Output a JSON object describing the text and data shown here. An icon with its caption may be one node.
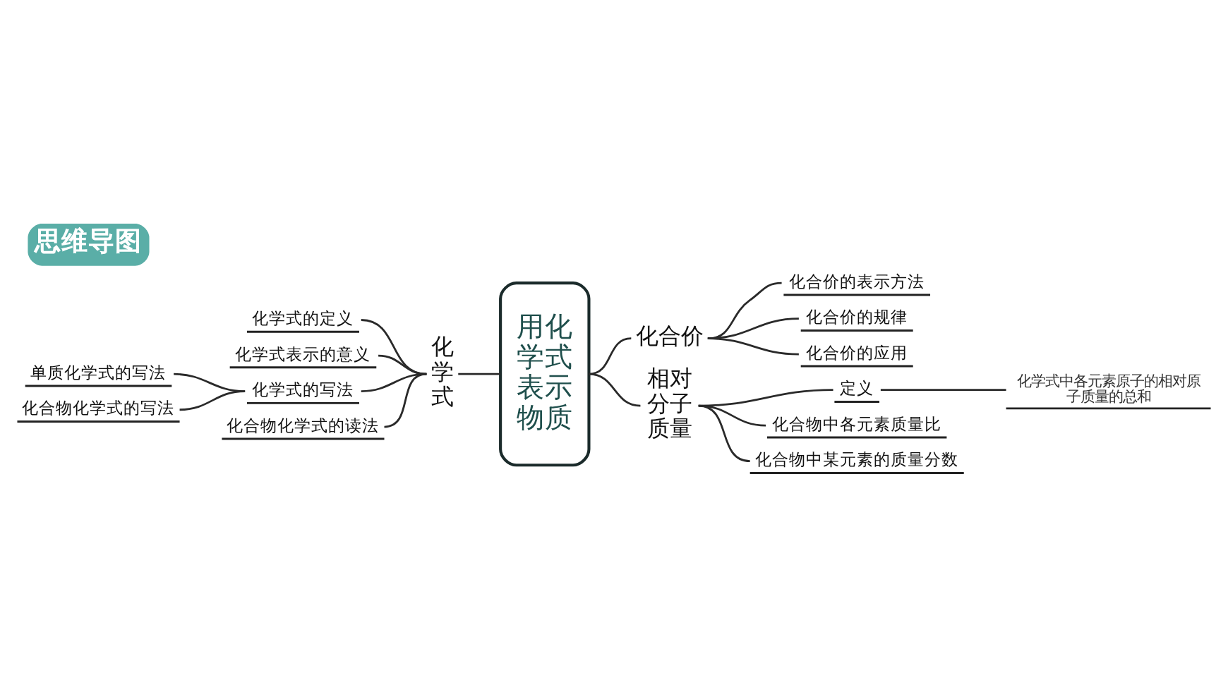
{
  "diagram": {
    "title": "思维导图",
    "nodes": [
      {
        "text": [
          "用化学式表示物质"
        ]
      },
      {
        "text": [
          "化学式"
        ]
      },
      {
        "text": [
          "化学式的定义"
        ]
      },
      {
        "text": [
          "化学式表示的意义"
        ]
      },
      {
        "text": [
          "化学式的写法"
        ]
      },
      {
        "text": [
          "单质化学式的写法"
        ]
      },
      {
        "text": [
          "化合物化学式的写法"
        ]
      },
      {
        "text": [
          "化合物化学式的读法"
        ]
      },
      {
        "text": [
          "化合价"
        ]
      },
      {
        "text": [
          "化合价的表示方法"
        ]
      },
      {
        "text": [
          "化合价的规律"
        ]
      },
      {
        "text": [
          "化合价的应用"
        ]
      },
      {
        "text": [
          "相对分子质量"
        ]
      },
      {
        "text": [
          "定义"
        ]
      },
      {
        "text": [
          "化学式中各元素原子的相对原子质量的总和"
        ]
      },
      {
        "text": [
          "化合物中各元素质量比"
        ]
      },
      {
        "text": [
          "化合物中某元素的质量分数"
        ]
      }
    ],
    "edges": [
      {
        "from": 1,
        "to": 0,
        "arrow": "none"
      },
      {
        "from": 2,
        "to": 1,
        "arrow": "none"
      },
      {
        "from": 3,
        "to": 1,
        "arrow": "none"
      },
      {
        "from": 4,
        "to": 1,
        "arrow": "none"
      },
      {
        "from": 5,
        "to": 4,
        "arrow": "none"
      },
      {
        "from": 6,
        "to": 4,
        "arrow": "none"
      },
      {
        "from": 7,
        "to": 1,
        "arrow": "none"
      },
      {
        "from": 0,
        "to": 8,
        "arrow": "none"
      },
      {
        "from": 8,
        "to": 9,
        "arrow": "none"
      },
      {
        "from": 8,
        "to": 10,
        "arrow": "none"
      },
      {
        "from": 8,
        "to": 11,
        "arrow": "none"
      },
      {
        "from": 0,
        "to": 12,
        "arrow": "none"
      },
      {
        "from": 12,
        "to": 13,
        "arrow": "none"
      },
      {
        "from": 13,
        "to": 14,
        "arrow": "none"
      },
      {
        "from": 12,
        "to": 15,
        "arrow": "none"
      },
      {
        "from": 12,
        "to": 16,
        "arrow": "none"
      }
    ]
  }
}
